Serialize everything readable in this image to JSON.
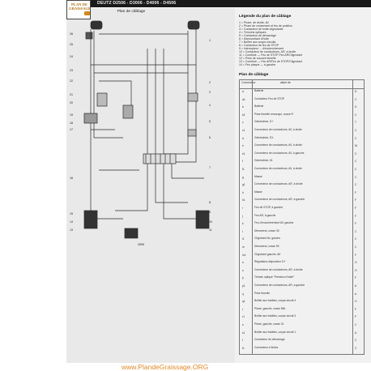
{
  "header": {
    "logo_line1": "PLAN DE",
    "logo_line2": "GRAISSAGE",
    "model_title": "DEUTZ D2506 - D3006 - D4006 - D4506"
  },
  "diagram": {
    "title": "Plan de câblage",
    "left_numbers": [
      "26",
      "25",
      "24",
      "23",
      "22",
      "21",
      "20",
      "19",
      "18",
      "17",
      "16",
      "15",
      "14",
      "13"
    ],
    "right_numbers": [
      "1",
      "2",
      "3",
      "4",
      "5",
      "6",
      "7",
      "8",
      "9",
      "10",
      "11"
    ],
    "bottom_label": "2595"
  },
  "legend": {
    "title": "Légende du plan de câblage",
    "items": [
      "1 = Phare, de droite, AV",
      "2 = Phare de croisement et feu de position",
      "3 = Contacteur de boîte clignotants",
      "4 = Témoins optiques",
      "5 = Contacteur de démarrage",
      "6 = Manocontact d'huile",
      "7 = Boîtier aux coupe-circuits",
      "8 = Contacteur de feu de STOP",
      "9 = Interrupteur ... d'enclenchement",
      "10 = Contacteur de conducteurs, AR, à droite",
      "11 = Combiné — Feu de STOP-Feu AR/Clignotant",
      "12 = Prise de courant femelle",
      "13 = Combiné — Feu AR/Feu de STOP/Clignotant",
      "14 = Feu plaque — à gauche"
    ]
  },
  "table": {
    "title": "Plan de câblage",
    "headers": [
      "Connecteur",
      "allant de",
      ""
    ],
    "rows": [
      {
        "code": "a",
        "label": "Batterie",
        "right": "D"
      },
      {
        "code": "a1",
        "label": "Contacteur Feu de STOP",
        "right": "C"
      },
      {
        "code": "b",
        "label": "Batterie",
        "right": "D"
      },
      {
        "code": "b1",
        "label": "Prise femelle remorque, cosse R",
        "right": "C"
      },
      {
        "code": "c",
        "label": "Génératrice, D+",
        "right": "T"
      },
      {
        "code": "c1",
        "label": "Connecteur de conducteurs, AV, à droite",
        "right": "C"
      },
      {
        "code": "d",
        "label": "Génératrice, EX",
        "right": "C"
      },
      {
        "code": "e",
        "label": "Connecteur de conducteurs, AV, à droite",
        "right": "Ni"
      },
      {
        "code": "e1",
        "label": "Connecteur de conducteurs, AV, à gauche",
        "right": "C"
      },
      {
        "code": "f",
        "label": "Génératrice, 61",
        "right": "C"
      },
      {
        "code": "f1",
        "label": "Connecteur de conducteurs, AV, à droite",
        "right": "C"
      },
      {
        "code": "g",
        "label": "Masse",
        "right": "C"
      },
      {
        "code": "g1",
        "label": "Connecteur de conducteurs, AR, à droite",
        "right": "C"
      },
      {
        "code": "h",
        "label": "Masse",
        "right": "F"
      },
      {
        "code": "h1",
        "label": "Connecteur de conducteurs, AR, à gauche",
        "right": "F"
      },
      {
        "code": "i",
        "label": "Feu de STOP, à gauche",
        "right": "F"
      },
      {
        "code": "j",
        "label": "Feu AR, à gauche",
        "right": "F"
      },
      {
        "code": "k",
        "label": "Feu d'encombrement AV, gauche",
        "right": "F"
      },
      {
        "code": "l",
        "label": "Démarreur, cosse 30",
        "right": "C"
      },
      {
        "code": "l1",
        "label": "Clignotant AV, gauche",
        "right": "C"
      },
      {
        "code": "m",
        "label": "Démarreur, cosse 50",
        "right": "C"
      },
      {
        "code": "m1",
        "label": "Clignotant gauche, AV",
        "right": "F"
      },
      {
        "code": "n",
        "label": "Régulateur-disjoncteur D+",
        "right": "G"
      },
      {
        "code": "o",
        "label": "Connecteur de conducteurs, AR, à droite",
        "right": "G"
      },
      {
        "code": "p",
        "label": "Témoin optique \"Pression d'huile\"",
        "right": "F"
      },
      {
        "code": "p1",
        "label": "Connecteur de conducteurs, AR, à gauche",
        "right": "A"
      },
      {
        "code": "q",
        "label": "Prise femelle",
        "right": "A"
      },
      {
        "code": "q1",
        "label": "Boîtier aux fusibles, coupe-circuit 4",
        "right": "G"
      },
      {
        "code": "r",
        "label": "Phare, gauche, cosse 56b",
        "right": "F"
      },
      {
        "code": "r1",
        "label": "Boîtier aux fusibles, coupe-circuit 3",
        "right": "F"
      },
      {
        "code": "s",
        "label": "Phare, gauche, cosse 31",
        "right": "C"
      },
      {
        "code": "s1",
        "label": "Boîtier aux fusibles, coupe-circuit 1",
        "right": "A"
      },
      {
        "code": "t",
        "label": "Contacteur de démarrage",
        "right": "C"
      },
      {
        "code": "t1",
        "label": "Connecteur à fiches",
        "right": "C"
      }
    ]
  },
  "watermark": "www.PlandeGraissage.ORG"
}
